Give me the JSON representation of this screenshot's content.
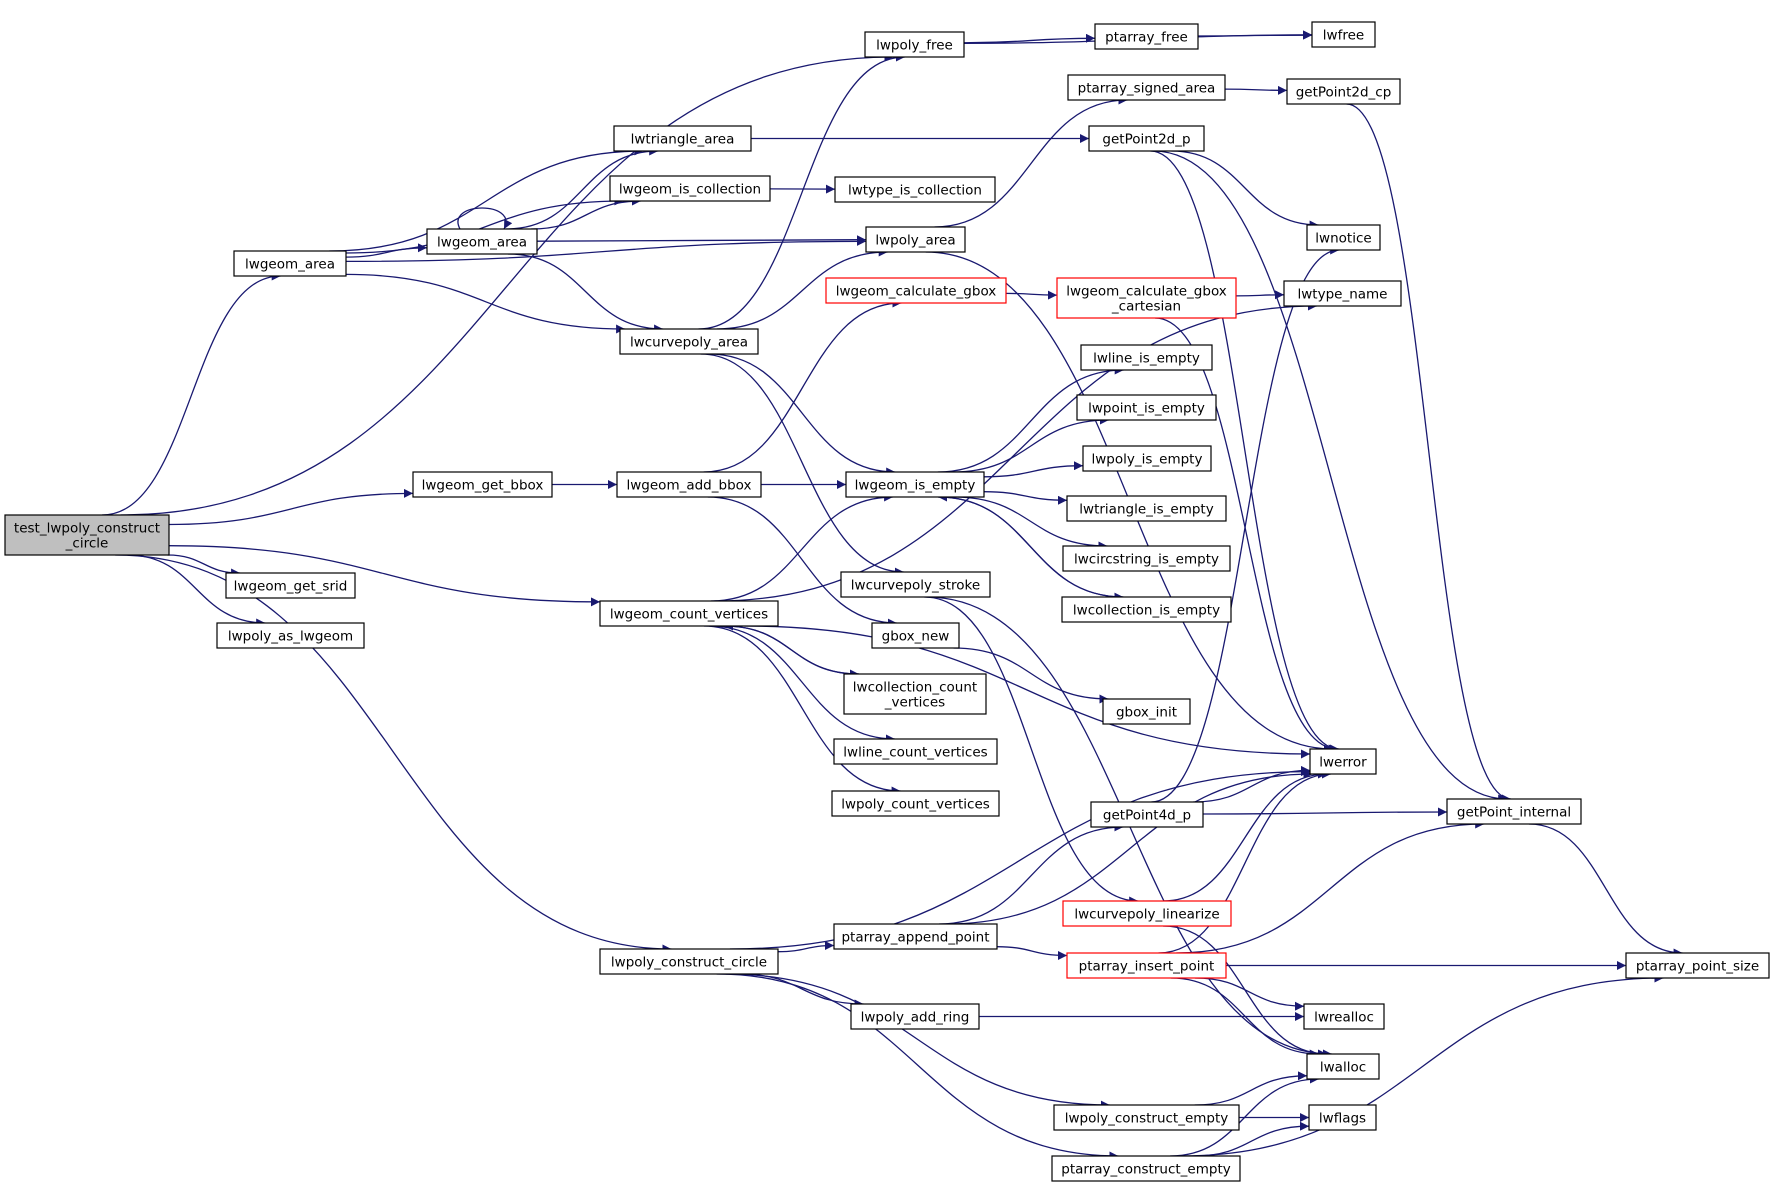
{
  "diagram": {
    "type": "call-graph",
    "colors": {
      "edge": "#191970",
      "node_border": "#000000",
      "node_border_truncated": "#ff0000",
      "root_fill": "#bfbfbf",
      "node_fill": "#ffffff"
    },
    "nodes": [
      {
        "id": "test_lwpoly_construct_circle",
        "lines": [
          "test_lwpoly_construct",
          "_circle"
        ],
        "root": true
      },
      {
        "id": "lwgeom_area",
        "lines": [
          "lwgeom_area"
        ]
      },
      {
        "id": "lwgeom_get_bbox",
        "lines": [
          "lwgeom_get_bbox"
        ]
      },
      {
        "id": "lwgeom_get_srid",
        "lines": [
          "lwgeom_get_srid"
        ]
      },
      {
        "id": "lwpoly_as_lwgeom",
        "lines": [
          "lwpoly_as_lwgeom"
        ]
      },
      {
        "id": "lwgeom_count_vertices",
        "lines": [
          "lwgeom_count_vertices"
        ]
      },
      {
        "id": "lwpoly_construct_circle",
        "lines": [
          "lwpoly_construct_circle"
        ]
      },
      {
        "id": "lwgeom_area_inner",
        "lines": [
          "lwgeom_area"
        ]
      },
      {
        "id": "lwtriangle_area",
        "lines": [
          "lwtriangle_area"
        ]
      },
      {
        "id": "lwgeom_is_collection",
        "lines": [
          "lwgeom_is_collection"
        ]
      },
      {
        "id": "lwcurvepoly_area",
        "lines": [
          "lwcurvepoly_area"
        ]
      },
      {
        "id": "lwgeom_add_bbox",
        "lines": [
          "lwgeom_add_bbox"
        ]
      },
      {
        "id": "lwpoly_free",
        "lines": [
          "lwpoly_free"
        ]
      },
      {
        "id": "lwpoly_area",
        "lines": [
          "lwpoly_area"
        ]
      },
      {
        "id": "lwtype_is_collection",
        "lines": [
          "lwtype_is_collection"
        ]
      },
      {
        "id": "lwgeom_calculate_gbox",
        "lines": [
          "lwgeom_calculate_gbox"
        ],
        "truncated": true
      },
      {
        "id": "lwgeom_is_empty",
        "lines": [
          "lwgeom_is_empty"
        ]
      },
      {
        "id": "lwcurvepoly_stroke",
        "lines": [
          "lwcurvepoly_stroke"
        ]
      },
      {
        "id": "gbox_new",
        "lines": [
          "gbox_new"
        ]
      },
      {
        "id": "lwcollection_count_vertices",
        "lines": [
          "lwcollection_count",
          "_vertices"
        ]
      },
      {
        "id": "lwline_count_vertices",
        "lines": [
          "lwline_count_vertices"
        ]
      },
      {
        "id": "lwpoly_count_vertices",
        "lines": [
          "lwpoly_count_vertices"
        ]
      },
      {
        "id": "ptarray_append_point",
        "lines": [
          "ptarray_append_point"
        ]
      },
      {
        "id": "lwpoly_add_ring",
        "lines": [
          "lwpoly_add_ring"
        ]
      },
      {
        "id": "ptarray_free",
        "lines": [
          "ptarray_free"
        ]
      },
      {
        "id": "ptarray_signed_area",
        "lines": [
          "ptarray_signed_area"
        ]
      },
      {
        "id": "getPoint2d_p",
        "lines": [
          "getPoint2d_p"
        ]
      },
      {
        "id": "lwgeom_calculate_gbox_cartesian",
        "lines": [
          "lwgeom_calculate_gbox",
          "_cartesian"
        ],
        "truncated": true
      },
      {
        "id": "lwline_is_empty",
        "lines": [
          "lwline_is_empty"
        ]
      },
      {
        "id": "lwpoint_is_empty",
        "lines": [
          "lwpoint_is_empty"
        ]
      },
      {
        "id": "lwpoly_is_empty",
        "lines": [
          "lwpoly_is_empty"
        ]
      },
      {
        "id": "lwtriangle_is_empty",
        "lines": [
          "lwtriangle_is_empty"
        ]
      },
      {
        "id": "lwcircstring_is_empty",
        "lines": [
          "lwcircstring_is_empty"
        ]
      },
      {
        "id": "lwcollection_is_empty",
        "lines": [
          "lwcollection_is_empty"
        ]
      },
      {
        "id": "gbox_init",
        "lines": [
          "gbox_init"
        ]
      },
      {
        "id": "getPoint4d_p",
        "lines": [
          "getPoint4d_p"
        ]
      },
      {
        "id": "lwcurvepoly_linearize",
        "lines": [
          "lwcurvepoly_linearize"
        ],
        "truncated": true
      },
      {
        "id": "ptarray_insert_point",
        "lines": [
          "ptarray_insert_point"
        ],
        "truncated": true
      },
      {
        "id": "lwpoly_construct_empty",
        "lines": [
          "lwpoly_construct_empty"
        ]
      },
      {
        "id": "ptarray_construct_empty",
        "lines": [
          "ptarray_construct_empty"
        ]
      },
      {
        "id": "lwfree",
        "lines": [
          "lwfree"
        ]
      },
      {
        "id": "getPoint2d_cp",
        "lines": [
          "getPoint2d_cp"
        ]
      },
      {
        "id": "lwnotice",
        "lines": [
          "lwnotice"
        ]
      },
      {
        "id": "lwtype_name",
        "lines": [
          "lwtype_name"
        ]
      },
      {
        "id": "lwerror",
        "lines": [
          "lwerror"
        ]
      },
      {
        "id": "lwrealloc",
        "lines": [
          "lwrealloc"
        ]
      },
      {
        "id": "lwalloc",
        "lines": [
          "lwalloc"
        ]
      },
      {
        "id": "lwflags",
        "lines": [
          "lwflags"
        ]
      },
      {
        "id": "getPoint_internal",
        "lines": [
          "getPoint_internal"
        ]
      },
      {
        "id": "ptarray_point_size",
        "lines": [
          "ptarray_point_size"
        ]
      }
    ],
    "edges": [
      [
        "test_lwpoly_construct_circle",
        "lwgeom_area"
      ],
      [
        "test_lwpoly_construct_circle",
        "lwpoly_free"
      ],
      [
        "test_lwpoly_construct_circle",
        "lwgeom_get_bbox"
      ],
      [
        "test_lwpoly_construct_circle",
        "lwgeom_get_srid"
      ],
      [
        "test_lwpoly_construct_circle",
        "lwpoly_as_lwgeom"
      ],
      [
        "test_lwpoly_construct_circle",
        "lwgeom_count_vertices"
      ],
      [
        "test_lwpoly_construct_circle",
        "lwpoly_construct_circle"
      ],
      [
        "lwgeom_area",
        "lwtriangle_area"
      ],
      [
        "lwgeom_area",
        "lwgeom_is_collection"
      ],
      [
        "lwgeom_area",
        "lwgeom_area_inner"
      ],
      [
        "lwgeom_area",
        "lwpoly_area"
      ],
      [
        "lwgeom_area",
        "lwcurvepoly_area"
      ],
      [
        "lwgeom_area_inner",
        "lwgeom_area_inner"
      ],
      [
        "lwgeom_area_inner",
        "lwtriangle_area"
      ],
      [
        "lwgeom_area_inner",
        "lwgeom_is_collection"
      ],
      [
        "lwgeom_area_inner",
        "lwpoly_area"
      ],
      [
        "lwgeom_area_inner",
        "lwcurvepoly_area"
      ],
      [
        "lwtriangle_area",
        "getPoint2d_p"
      ],
      [
        "lwgeom_is_collection",
        "lwtype_is_collection"
      ],
      [
        "lwcurvepoly_area",
        "lwpoly_free"
      ],
      [
        "lwcurvepoly_area",
        "lwpoly_area"
      ],
      [
        "lwcurvepoly_area",
        "lwgeom_is_empty"
      ],
      [
        "lwcurvepoly_area",
        "lwcurvepoly_stroke"
      ],
      [
        "lwgeom_get_bbox",
        "lwgeom_add_bbox"
      ],
      [
        "lwgeom_add_bbox",
        "lwgeom_calculate_gbox"
      ],
      [
        "lwgeom_add_bbox",
        "lwgeom_is_empty"
      ],
      [
        "lwgeom_add_bbox",
        "gbox_new"
      ],
      [
        "lwgeom_count_vertices",
        "lwtype_name"
      ],
      [
        "lwgeom_count_vertices",
        "lwgeom_is_empty"
      ],
      [
        "lwgeom_count_vertices",
        "lwerror"
      ],
      [
        "lwgeom_count_vertices",
        "lwcollection_count_vertices"
      ],
      [
        "lwgeom_count_vertices",
        "lwline_count_vertices"
      ],
      [
        "lwgeom_count_vertices",
        "lwpoly_count_vertices"
      ],
      [
        "lwcollection_count_vertices",
        "lwgeom_count_vertices"
      ],
      [
        "lwpoly_construct_circle",
        "lwerror"
      ],
      [
        "lwpoly_construct_circle",
        "ptarray_append_point"
      ],
      [
        "lwpoly_construct_circle",
        "lwpoly_add_ring"
      ],
      [
        "lwpoly_construct_circle",
        "lwpoly_construct_empty"
      ],
      [
        "lwpoly_construct_circle",
        "ptarray_construct_empty"
      ],
      [
        "lwpoly_free",
        "lwfree"
      ],
      [
        "lwpoly_free",
        "ptarray_free"
      ],
      [
        "ptarray_free",
        "lwfree"
      ],
      [
        "lwpoly_area",
        "ptarray_signed_area"
      ],
      [
        "lwpoly_area",
        "lwerror"
      ],
      [
        "ptarray_signed_area",
        "getPoint2d_cp"
      ],
      [
        "getPoint2d_cp",
        "getPoint_internal"
      ],
      [
        "getPoint2d_p",
        "lwnotice"
      ],
      [
        "getPoint2d_p",
        "lwerror"
      ],
      [
        "getPoint2d_p",
        "getPoint_internal"
      ],
      [
        "lwgeom_calculate_gbox",
        "lwgeom_calculate_gbox_cartesian"
      ],
      [
        "lwgeom_calculate_gbox_cartesian",
        "lwtype_name"
      ],
      [
        "lwgeom_calculate_gbox_cartesian",
        "lwerror"
      ],
      [
        "lwgeom_is_empty",
        "lwline_is_empty"
      ],
      [
        "lwgeom_is_empty",
        "lwpoint_is_empty"
      ],
      [
        "lwgeom_is_empty",
        "lwpoly_is_empty"
      ],
      [
        "lwgeom_is_empty",
        "lwtriangle_is_empty"
      ],
      [
        "lwgeom_is_empty",
        "lwcircstring_is_empty"
      ],
      [
        "lwgeom_is_empty",
        "lwcollection_is_empty"
      ],
      [
        "lwcollection_is_empty",
        "lwgeom_is_empty"
      ],
      [
        "lwcurvepoly_stroke",
        "lwalloc"
      ],
      [
        "lwcurvepoly_stroke",
        "lwcurvepoly_linearize"
      ],
      [
        "gbox_new",
        "gbox_init"
      ],
      [
        "ptarray_append_point",
        "getPoint4d_p"
      ],
      [
        "ptarray_append_point",
        "lwerror"
      ],
      [
        "ptarray_append_point",
        "ptarray_insert_point"
      ],
      [
        "getPoint4d_p",
        "lwnotice"
      ],
      [
        "getPoint4d_p",
        "lwerror"
      ],
      [
        "getPoint4d_p",
        "getPoint_internal"
      ],
      [
        "lwcurvepoly_linearize",
        "lwerror"
      ],
      [
        "lwcurvepoly_linearize",
        "lwalloc"
      ],
      [
        "ptarray_insert_point",
        "lwerror"
      ],
      [
        "ptarray_insert_point",
        "getPoint_internal"
      ],
      [
        "ptarray_insert_point",
        "ptarray_point_size"
      ],
      [
        "ptarray_insert_point",
        "lwrealloc"
      ],
      [
        "ptarray_insert_point",
        "lwalloc"
      ],
      [
        "lwpoly_add_ring",
        "lwrealloc"
      ],
      [
        "lwpoly_construct_empty",
        "lwalloc"
      ],
      [
        "lwpoly_construct_empty",
        "lwflags"
      ],
      [
        "ptarray_construct_empty",
        "lwalloc"
      ],
      [
        "ptarray_construct_empty",
        "lwflags"
      ],
      [
        "ptarray_construct_empty",
        "ptarray_point_size"
      ],
      [
        "getPoint_internal",
        "ptarray_point_size"
      ]
    ]
  }
}
